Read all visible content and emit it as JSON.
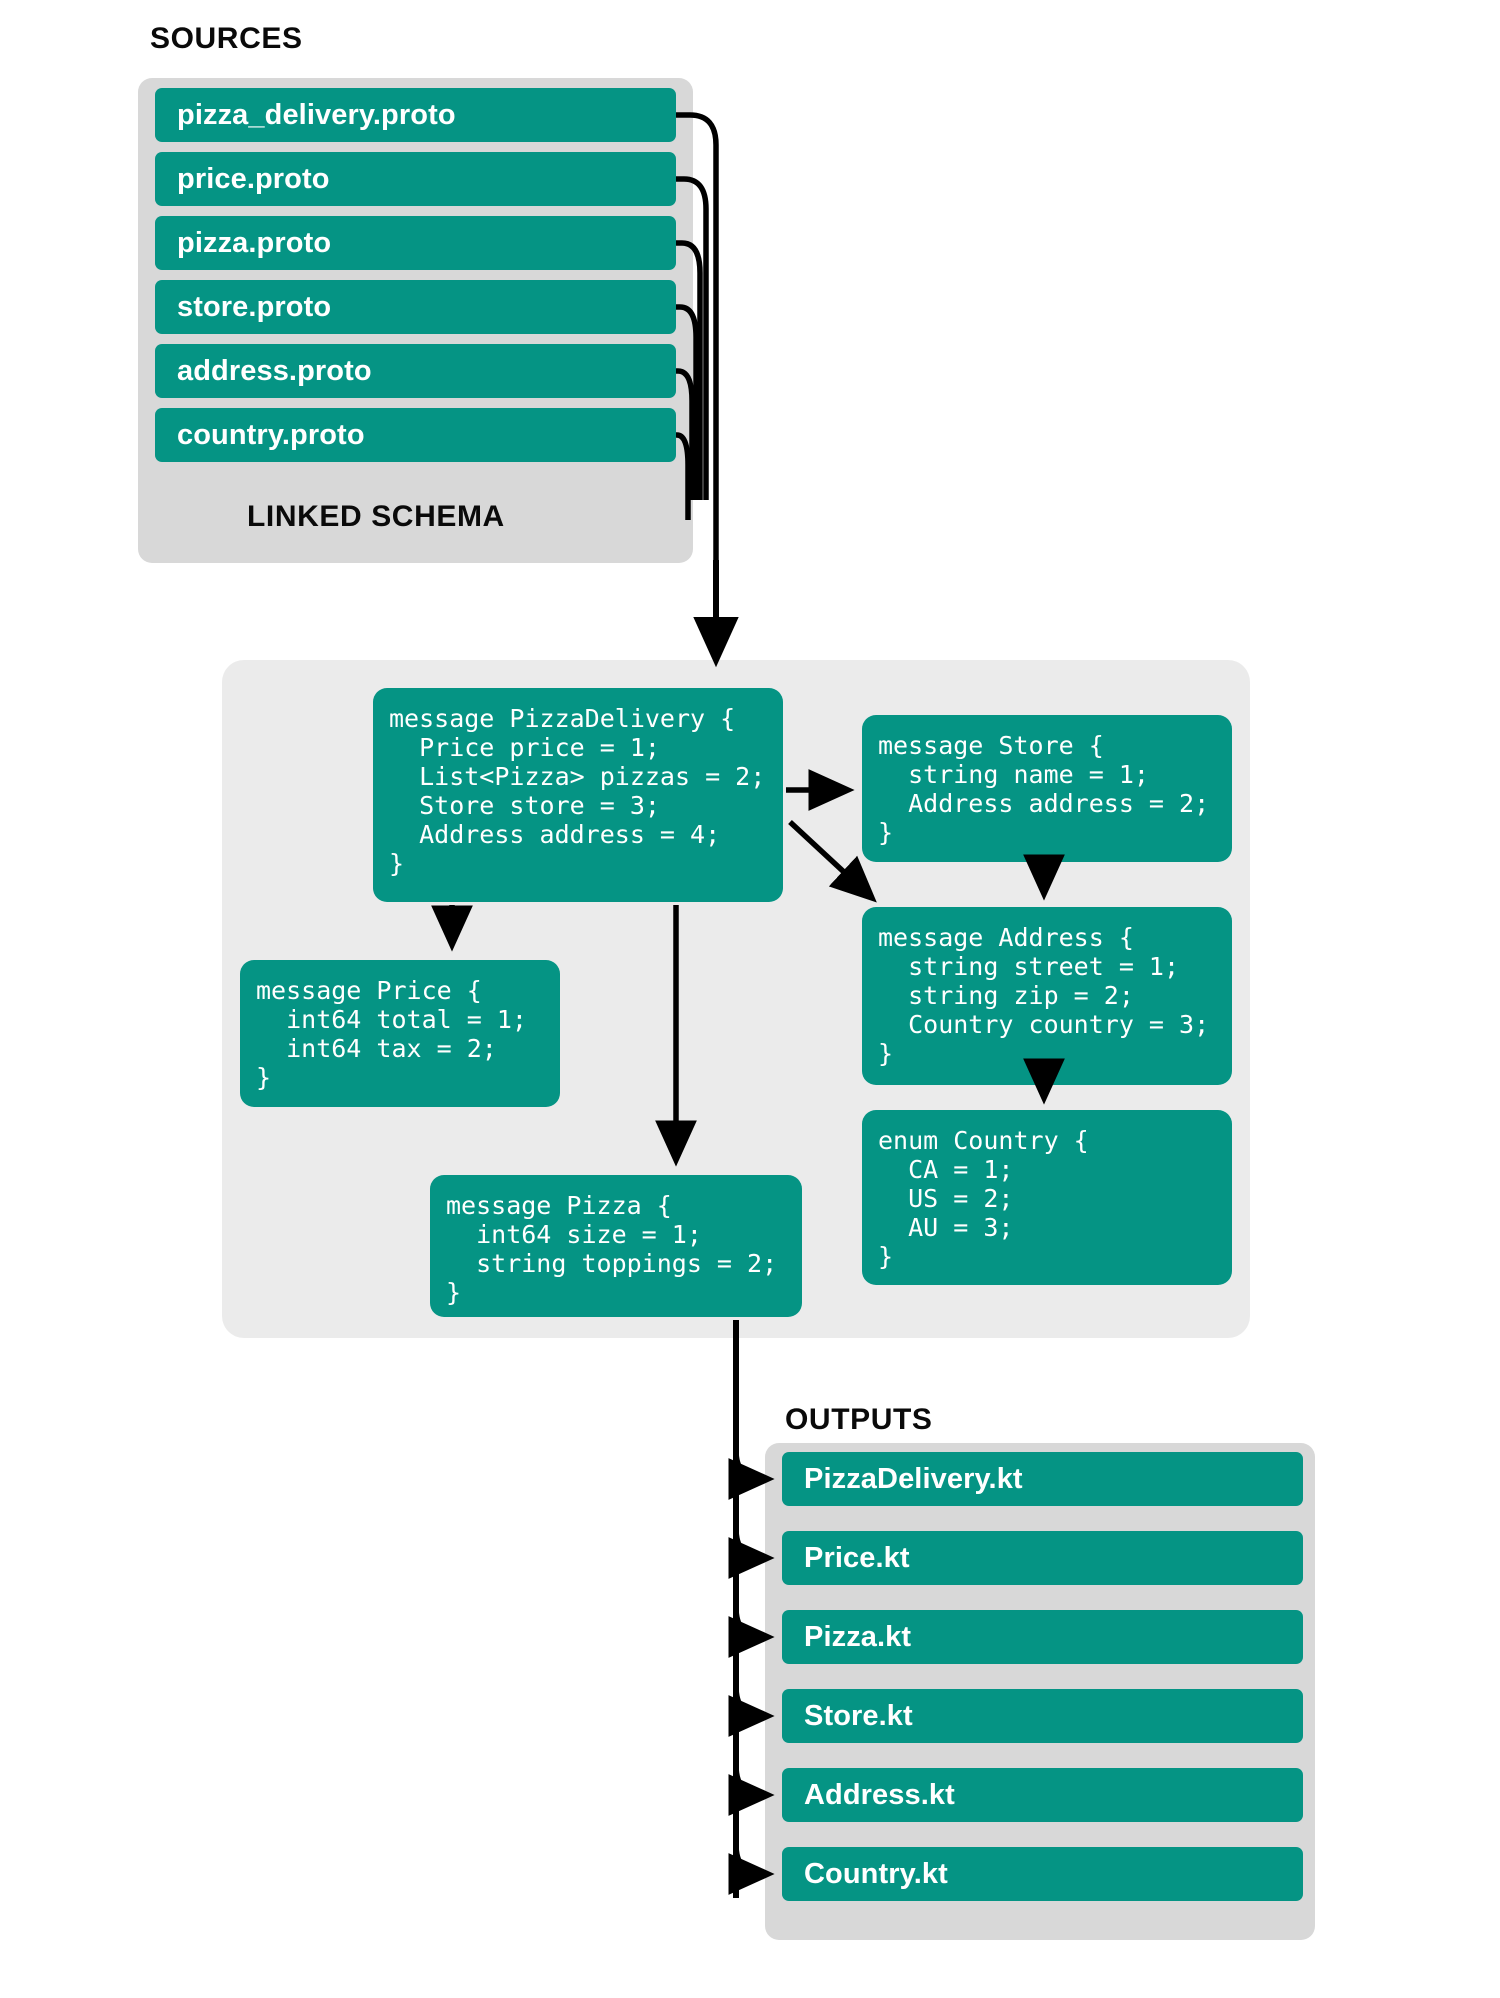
{
  "sections": {
    "sources_title": "SOURCES",
    "schema_title": "LINKED SCHEMA",
    "outputs_title": "OUTPUTS"
  },
  "sources": {
    "items": [
      {
        "label": "pizza_delivery.proto"
      },
      {
        "label": "price.proto"
      },
      {
        "label": "pizza.proto"
      },
      {
        "label": "store.proto"
      },
      {
        "label": "address.proto"
      },
      {
        "label": "country.proto"
      }
    ]
  },
  "schema": {
    "boxes": [
      {
        "name": "PizzaDelivery",
        "code": "message PizzaDelivery {\n  Price price = 1;\n  List<Pizza> pizzas = 2;\n  Store store = 3;\n  Address address = 4;\n}"
      },
      {
        "name": "Store",
        "code": "message Store {\n  string name = 1;\n  Address address = 2;\n}"
      },
      {
        "name": "Price",
        "code": "message Price {\n  int64 total = 1;\n  int64 tax = 2;\n}"
      },
      {
        "name": "Address",
        "code": "message Address {\n  string street = 1;\n  string zip = 2;\n  Country country = 3;\n}"
      },
      {
        "name": "Country",
        "code": "enum Country {\n  CA = 1;\n  US = 2;\n  AU = 3;\n}"
      },
      {
        "name": "Pizza",
        "code": "message Pizza {\n  int64 size = 1;\n  string toppings = 2;\n}"
      }
    ]
  },
  "outputs": {
    "items": [
      {
        "label": "PizzaDelivery.kt"
      },
      {
        "label": "Price.kt"
      },
      {
        "label": "Pizza.kt"
      },
      {
        "label": "Store.kt"
      },
      {
        "label": "Address.kt"
      },
      {
        "label": "Country.kt"
      }
    ]
  },
  "colors": {
    "accent_teal": "#059484",
    "panel_grey": "#d8d8d8",
    "panel_light_grey": "#ebebeb",
    "chip_text": "#ffffff",
    "arrow": "#000000",
    "heading": "#0a0a0a"
  }
}
